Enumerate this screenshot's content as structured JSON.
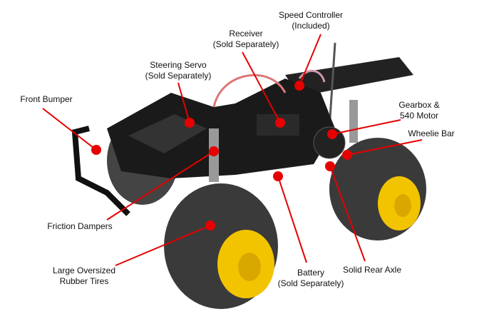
{
  "callouts": [
    {
      "id": "speed-controller",
      "line1": "Speed Controller",
      "line2": "(Included)"
    },
    {
      "id": "receiver",
      "line1": "Receiver",
      "line2": "(Sold Separately)"
    },
    {
      "id": "steering-servo",
      "line1": "Steering Servo",
      "line2": "(Sold Separately)"
    },
    {
      "id": "front-bumper",
      "line1": "Front Bumper",
      "line2": ""
    },
    {
      "id": "gearbox",
      "line1": "Gearbox &",
      "line2": "540 Motor"
    },
    {
      "id": "wheelie-bar",
      "line1": "Wheelie Bar",
      "line2": ""
    },
    {
      "id": "friction-dampers",
      "line1": "Friction Dampers",
      "line2": ""
    },
    {
      "id": "rubber-tires",
      "line1": "Large Oversized",
      "line2": "Rubber Tires"
    },
    {
      "id": "battery",
      "line1": "Battery",
      "line2": "(Sold Separately)"
    },
    {
      "id": "rear-axle",
      "line1": "Solid Rear Axle",
      "line2": ""
    }
  ],
  "colors": {
    "marker": "#e60000",
    "chassis": "#1a1a1a",
    "tire": "#3a3a3a",
    "wheel": "#f2c400"
  }
}
